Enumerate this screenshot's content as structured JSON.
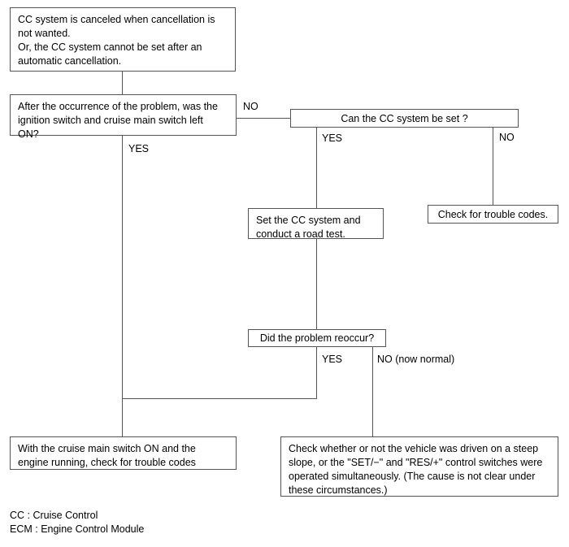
{
  "diagram": {
    "title_text": "",
    "line_color": "#555555",
    "box_border_color": "#555555",
    "text_color": "#000000",
    "background": "#ffffff"
  },
  "boxes": {
    "symptom": {
      "text": "CC system is canceled when cancellation is\nnot wanted.\nOr, the CC system cannot be set after an\nautomatic cancellation."
    },
    "question_ignition": {
      "text": "After the occurrence of the problem, was the\nignition switch and cruise main switch left\nON?"
    },
    "question_can_set": {
      "text": "Can the CC system be set ?"
    },
    "set_and_road_test": {
      "text": "Set the CC system and\nconduct a road test."
    },
    "check_trouble_codes": {
      "text": "Check for trouble codes."
    },
    "question_reoccur": {
      "text": "Did the problem reoccur?"
    },
    "cruise_main_switch_on": {
      "text": "With the cruise main switch ON and the\nengine running, check for trouble codes"
    },
    "check_steep_slope": {
      "text": "Check whether or not the vehicle was driven on a steep\nslope, or the \"SET/−\" and \"RES/+\" control switches were\noperated simultaneously. (The cause is not clear under\nthese circumstances.)"
    }
  },
  "edge_labels": {
    "ignition_no": "NO",
    "ignition_yes": "YES",
    "can_set_yes": "YES",
    "can_set_no": "NO",
    "reoccur_yes": "YES",
    "reoccur_no": "NO (now normal)"
  },
  "legend": {
    "text": "CC : Cruise Control\nECM : Engine Control Module"
  }
}
